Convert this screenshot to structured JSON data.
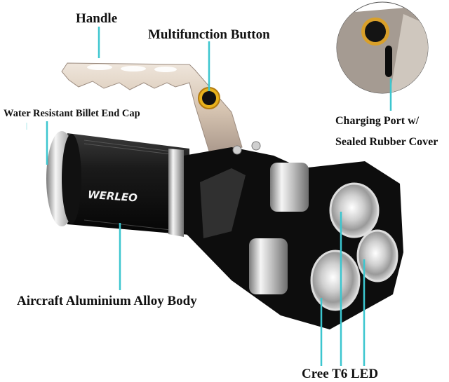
{
  "callouts": {
    "handle": "Handle",
    "button": "Multifunction Button",
    "end_cap": "Water Resistant Billet End Cap",
    "charging_line1": "Charging Port w/",
    "charging_line2": "Sealed Rubber Cover",
    "body": "Aircraft Aluminium Alloy Body",
    "led": "Cree T6 LED"
  },
  "product": {
    "brand_logo": "WERLEO"
  },
  "colors": {
    "callout_line": "#3cc6cf",
    "body_black": "#111111",
    "chrome": "#d9d9d9",
    "handle_tan": "#d8c7b4",
    "button_ring": "#e0a21a",
    "text": "#111111"
  }
}
